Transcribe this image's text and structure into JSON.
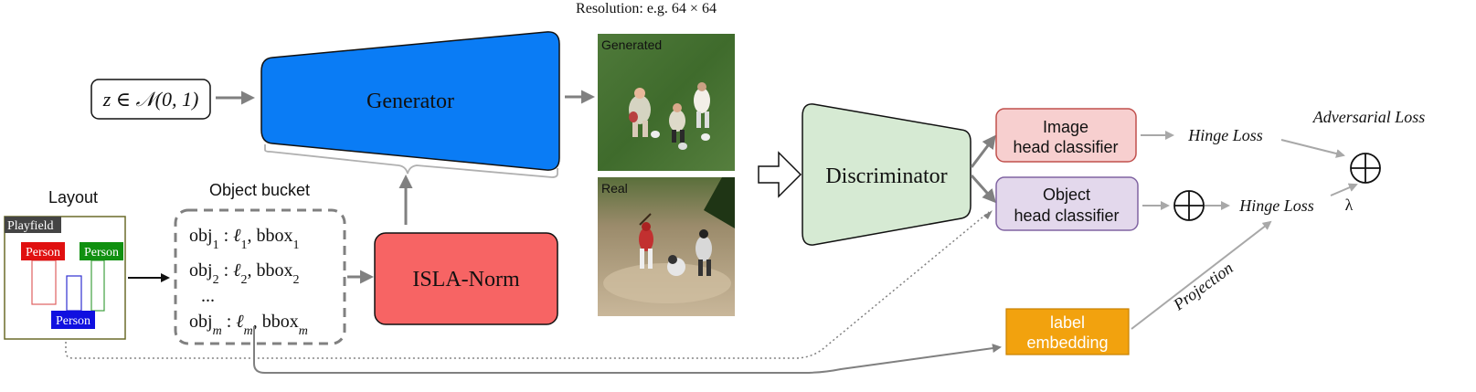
{
  "header": {
    "resolution_note": "Resolution: e.g. 64 × 64"
  },
  "noise": {
    "label": "z ∈ 𝒩(0, 1)"
  },
  "generator": {
    "label": "Generator"
  },
  "images": {
    "generated_label": "Generated",
    "real_label": "Real"
  },
  "discriminator": {
    "label": "Discriminator"
  },
  "classifiers": {
    "image_line1": "Image",
    "image_line2": "head classifier",
    "object_line1": "Object",
    "object_line2": "head classifier"
  },
  "losses": {
    "hinge_image": "Hinge Loss",
    "hinge_object": "Hinge Loss",
    "adversarial": "Adversarial Loss",
    "lambda": "λ",
    "projection": "Projection"
  },
  "layout": {
    "title": "Layout",
    "playfield": "Playfield",
    "person_red": "Person",
    "person_green": "Person",
    "person_blue": "Person"
  },
  "object_bucket": {
    "title": "Object bucket",
    "rows": [
      {
        "obj": "obj",
        "sub": "1",
        "label": "ℓ",
        "label_sub": "1",
        "bbox": "bbox",
        "bbox_sub": "1"
      },
      {
        "obj": "obj",
        "sub": "2",
        "label": "ℓ",
        "label_sub": "2",
        "bbox": "bbox",
        "bbox_sub": "2"
      },
      {
        "obj": "obj",
        "sub": "m",
        "label": "ℓ",
        "label_sub": "m",
        "bbox": "bbox",
        "bbox_sub": "m"
      }
    ],
    "ellipsis": "..."
  },
  "isla": {
    "label": "ISLA-Norm"
  },
  "label_embedding": {
    "line1": "label",
    "line2": "embedding"
  },
  "colors": {
    "generator": "#0a7cf5",
    "isla": "#f76464",
    "discriminator": "#d6ead3",
    "image_head": "#f7cfcf",
    "object_head": "#e3d8ec",
    "label_embedding": "#f2a20e",
    "arrow": "#808080"
  }
}
